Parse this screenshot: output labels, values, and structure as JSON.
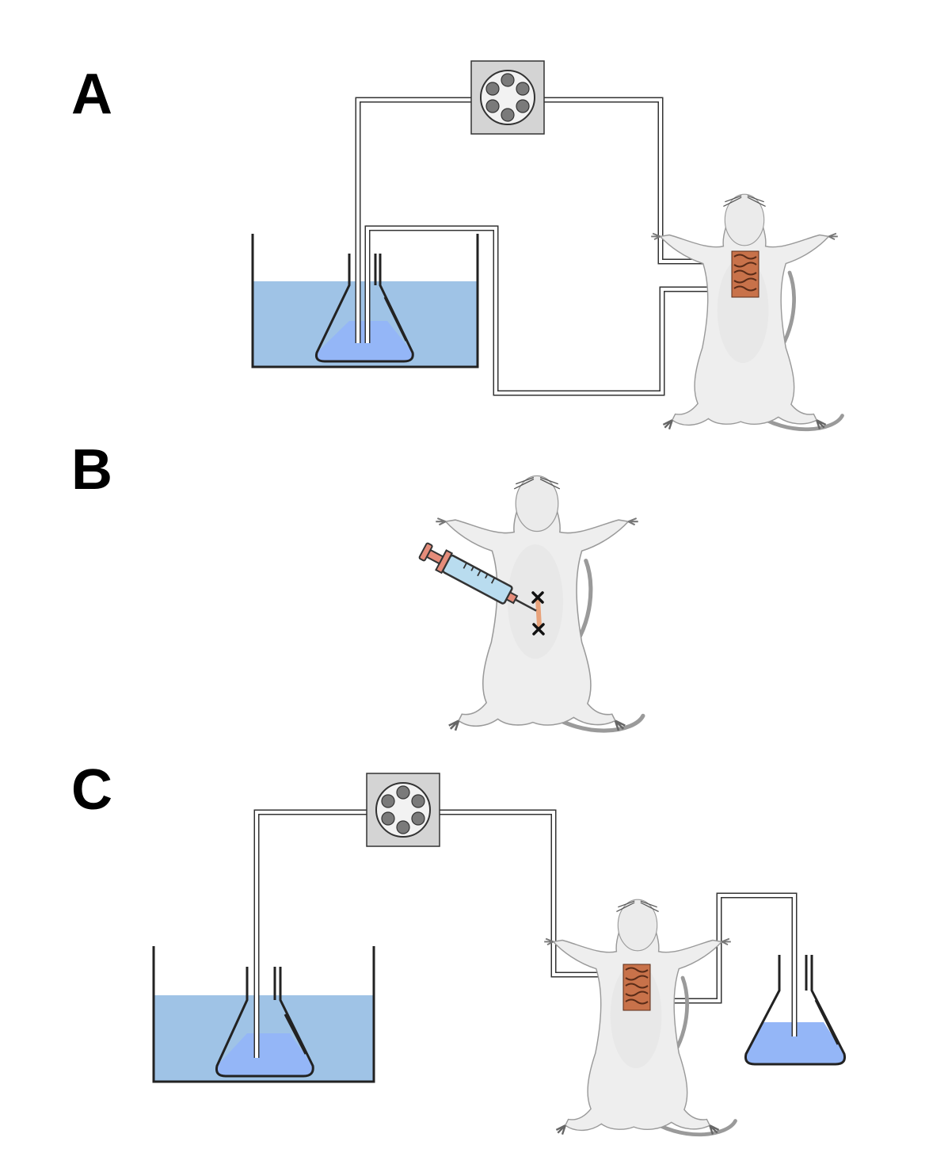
{
  "panels": [
    {
      "id": "A",
      "label": "A"
    },
    {
      "id": "B",
      "label": "B"
    },
    {
      "id": "C",
      "label": "C"
    }
  ],
  "colors": {
    "bath_water": "#9fc3e6",
    "flask_liquid": "#94b6f7",
    "pump_box": "#d4d4d4",
    "roller": "#7a7a7a",
    "intestine": "#c8724a",
    "rat_body": "#eeeeee",
    "syringe_barrel": "#b9dcef",
    "syringe_plunger": "#e58c7a",
    "tube": "#ffffff",
    "outline": "#1a1a1a"
  },
  "icons": [
    "peristaltic-pump-icon",
    "erlenmeyer-flask-icon",
    "water-bath-icon",
    "rat-icon",
    "syringe-icon",
    "intestine-segment-icon",
    "ligature-mark-icon"
  ]
}
